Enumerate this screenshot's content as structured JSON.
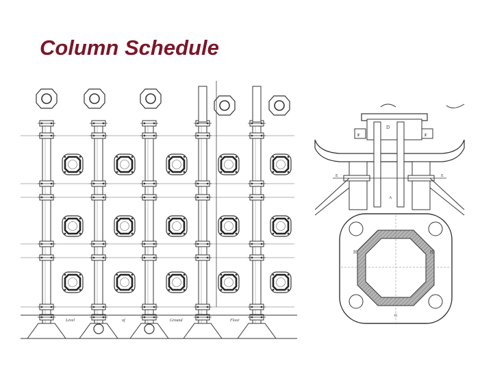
{
  "slide": {
    "title": "Column Schedule",
    "title_color": "#7b1628"
  },
  "figures": {
    "elevation": {
      "kind": "column schedule elevation drawing",
      "footer_labels": [
        "Level",
        "of",
        "Ground",
        "Floor"
      ],
      "line_color": "#333333"
    },
    "detail": {
      "kind": "column connection detail",
      "line_color": "#333333",
      "hatch_color": "#8f8f8f"
    }
  }
}
